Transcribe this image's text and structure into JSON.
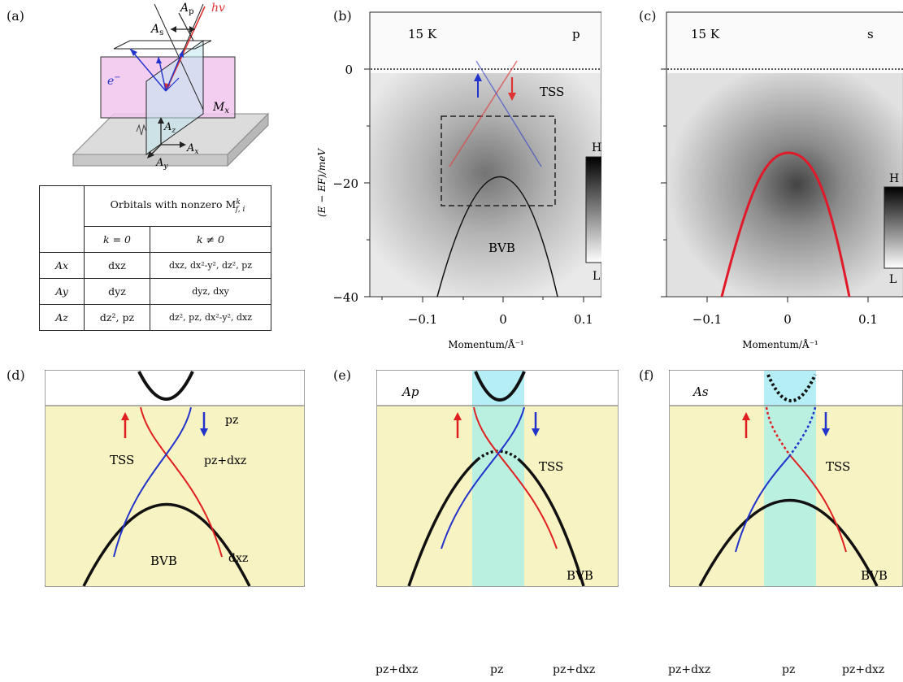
{
  "panels": {
    "a": {
      "label": "(a)",
      "diagram": {
        "Ap": "A",
        "Ap_sub": "p",
        "hv": "hv",
        "As": "A",
        "As_sub": "s",
        "e": "e",
        "e_sup": "−",
        "Mx": "M",
        "Mx_sub": "x",
        "Az": "A",
        "Az_sub": "z",
        "Ax": "A",
        "Ax_sub": "x",
        "Ay": "A",
        "Ay_sub": "y"
      },
      "table": {
        "header_span": "Orbitals with nonzero M",
        "header_sup": "k",
        "header_sub": "f, i",
        "col_k0": "k = 0",
        "col_k_ne0": "k ≠ 0",
        "rows": [
          {
            "field": "Ax",
            "k0": "dxz",
            "kn": "dxz, dx²-y², dz², pz"
          },
          {
            "field": "Ay",
            "k0": "dyz",
            "kn": "dyz, dxy"
          },
          {
            "field": "Az",
            "k0": "dz², pz",
            "kn": "dz², pz, dx²-y², dxz"
          }
        ]
      }
    },
    "b": {
      "label": "(b)",
      "temp": "15 K",
      "pol": "p",
      "tss": "TSS",
      "bvb": "BVB",
      "cbar_high": "H",
      "cbar_low": "L"
    },
    "c": {
      "label": "(c)",
      "temp": "15 K",
      "pol": "s",
      "cbar_high": "H",
      "cbar_low": "L"
    },
    "d": {
      "label": "(d)",
      "tss": "TSS",
      "bvb": "BVB",
      "pz": "pz",
      "pz_dxz": "pz+dxz",
      "dxz": "dxz"
    },
    "e": {
      "label": "(e)",
      "field": "Ap",
      "tss": "TSS",
      "bvb": "BVB",
      "bottom_labels": [
        "pz+dxz",
        "pz",
        "pz+dxz"
      ]
    },
    "f": {
      "label": "(f)",
      "field": "As",
      "tss": "TSS",
      "bvb": "BVB",
      "bottom_labels": [
        "pz+dxz",
        "pz",
        "pz+dxz"
      ]
    }
  },
  "axes": {
    "ylabel": "(E − EF)/meV",
    "xlabel": "Momentum/Å⁻¹",
    "yticks": [
      "0",
      "−20",
      "−40"
    ],
    "xticks": [
      "−0.1",
      "0",
      "0.1"
    ]
  },
  "colors": {
    "spin_up": "#e32020",
    "spin_down": "#2030d0",
    "band": "#000000",
    "cone_fill": "#f7f3c2",
    "pz_strip": "#b9f0e0",
    "vacuum_strip": "#b5eef5",
    "plane_fill": "#f2c6ee",
    "substrate": "#d8d8d8"
  }
}
